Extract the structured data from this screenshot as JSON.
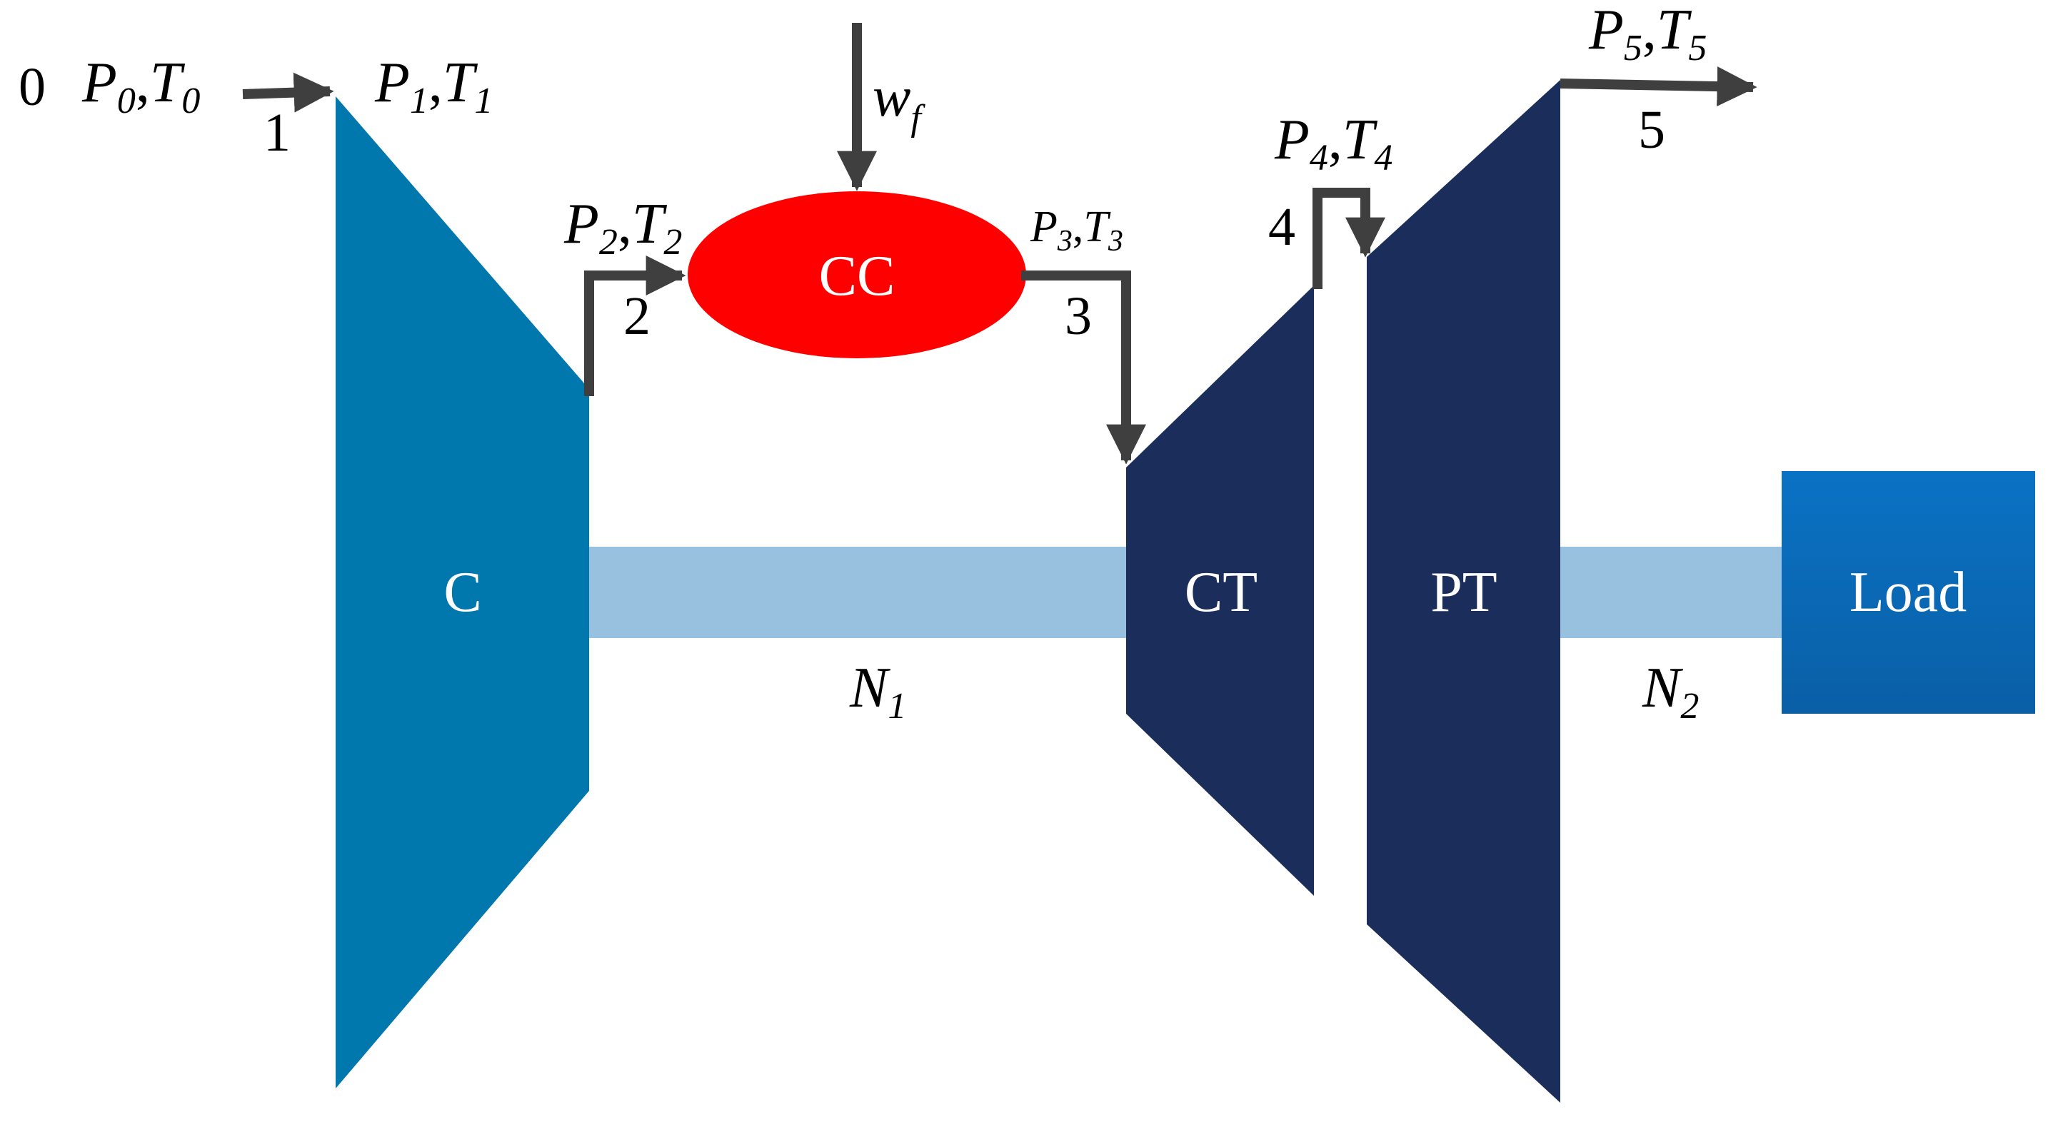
{
  "colors": {
    "compressor": "#0077ad",
    "shaft": "#97c1de",
    "combustor": "#ff0000",
    "turbine": "#1b2d5a",
    "load_top": "#0a72c4",
    "load_bottom": "#0a5fa6",
    "arrow": "#3f3f3f"
  },
  "blocks": {
    "compressor": "C",
    "combustor": "CC",
    "compressor_turbine": "CT",
    "power_turbine": "PT",
    "load": "Load"
  },
  "stations": {
    "s0": "0",
    "s1": "1",
    "s2": "2",
    "s3": "3",
    "s4": "4",
    "s5": "5"
  },
  "states": {
    "p0": {
      "P": "P",
      "p_sub": "0",
      "sep": ",",
      "T": "T",
      "t_sub": "0"
    },
    "p1": {
      "P": "P",
      "p_sub": "1",
      "sep": ",",
      "T": "T",
      "t_sub": "1"
    },
    "p2": {
      "P": "P",
      "p_sub": "2",
      "sep": ",",
      "T": "T",
      "t_sub": "2"
    },
    "p3": {
      "P": "P",
      "p_sub": "3",
      "sep": ",",
      "T": "T",
      "t_sub": "3"
    },
    "p4": {
      "P": "P",
      "p_sub": "4",
      "sep": ",",
      "T": "T",
      "t_sub": "4"
    },
    "p5": {
      "P": "P",
      "p_sub": "5",
      "sep": ",",
      "T": "T",
      "t_sub": "5"
    }
  },
  "fuel": {
    "symbol": "w",
    "sub": "f"
  },
  "speeds": {
    "n1": {
      "symbol": "N",
      "sub": "1"
    },
    "n2": {
      "symbol": "N",
      "sub": "2"
    }
  }
}
